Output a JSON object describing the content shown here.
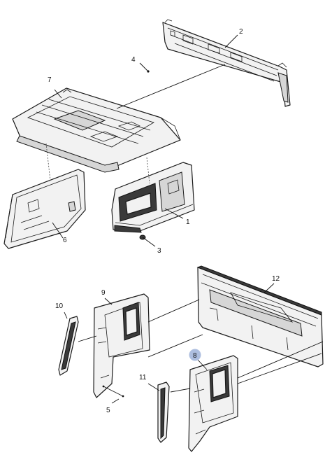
{
  "callouts": [
    {
      "id": "c1",
      "label": "1"
    },
    {
      "id": "c2",
      "label": "2"
    },
    {
      "id": "c3",
      "label": "3"
    },
    {
      "id": "c4",
      "label": "4"
    },
    {
      "id": "c5",
      "label": "5"
    },
    {
      "id": "c6",
      "label": "6"
    },
    {
      "id": "c7",
      "label": "7"
    },
    {
      "id": "c8",
      "label": "8",
      "highlighted": true
    },
    {
      "id": "c9",
      "label": "9"
    },
    {
      "id": "c10",
      "label": "10"
    },
    {
      "id": "c11",
      "label": "11"
    },
    {
      "id": "c12",
      "label": "12"
    }
  ],
  "colors": {
    "line": "#1a1a1a",
    "panel_fill": "#f2f2f2",
    "highlight": "#9fb3d9"
  }
}
